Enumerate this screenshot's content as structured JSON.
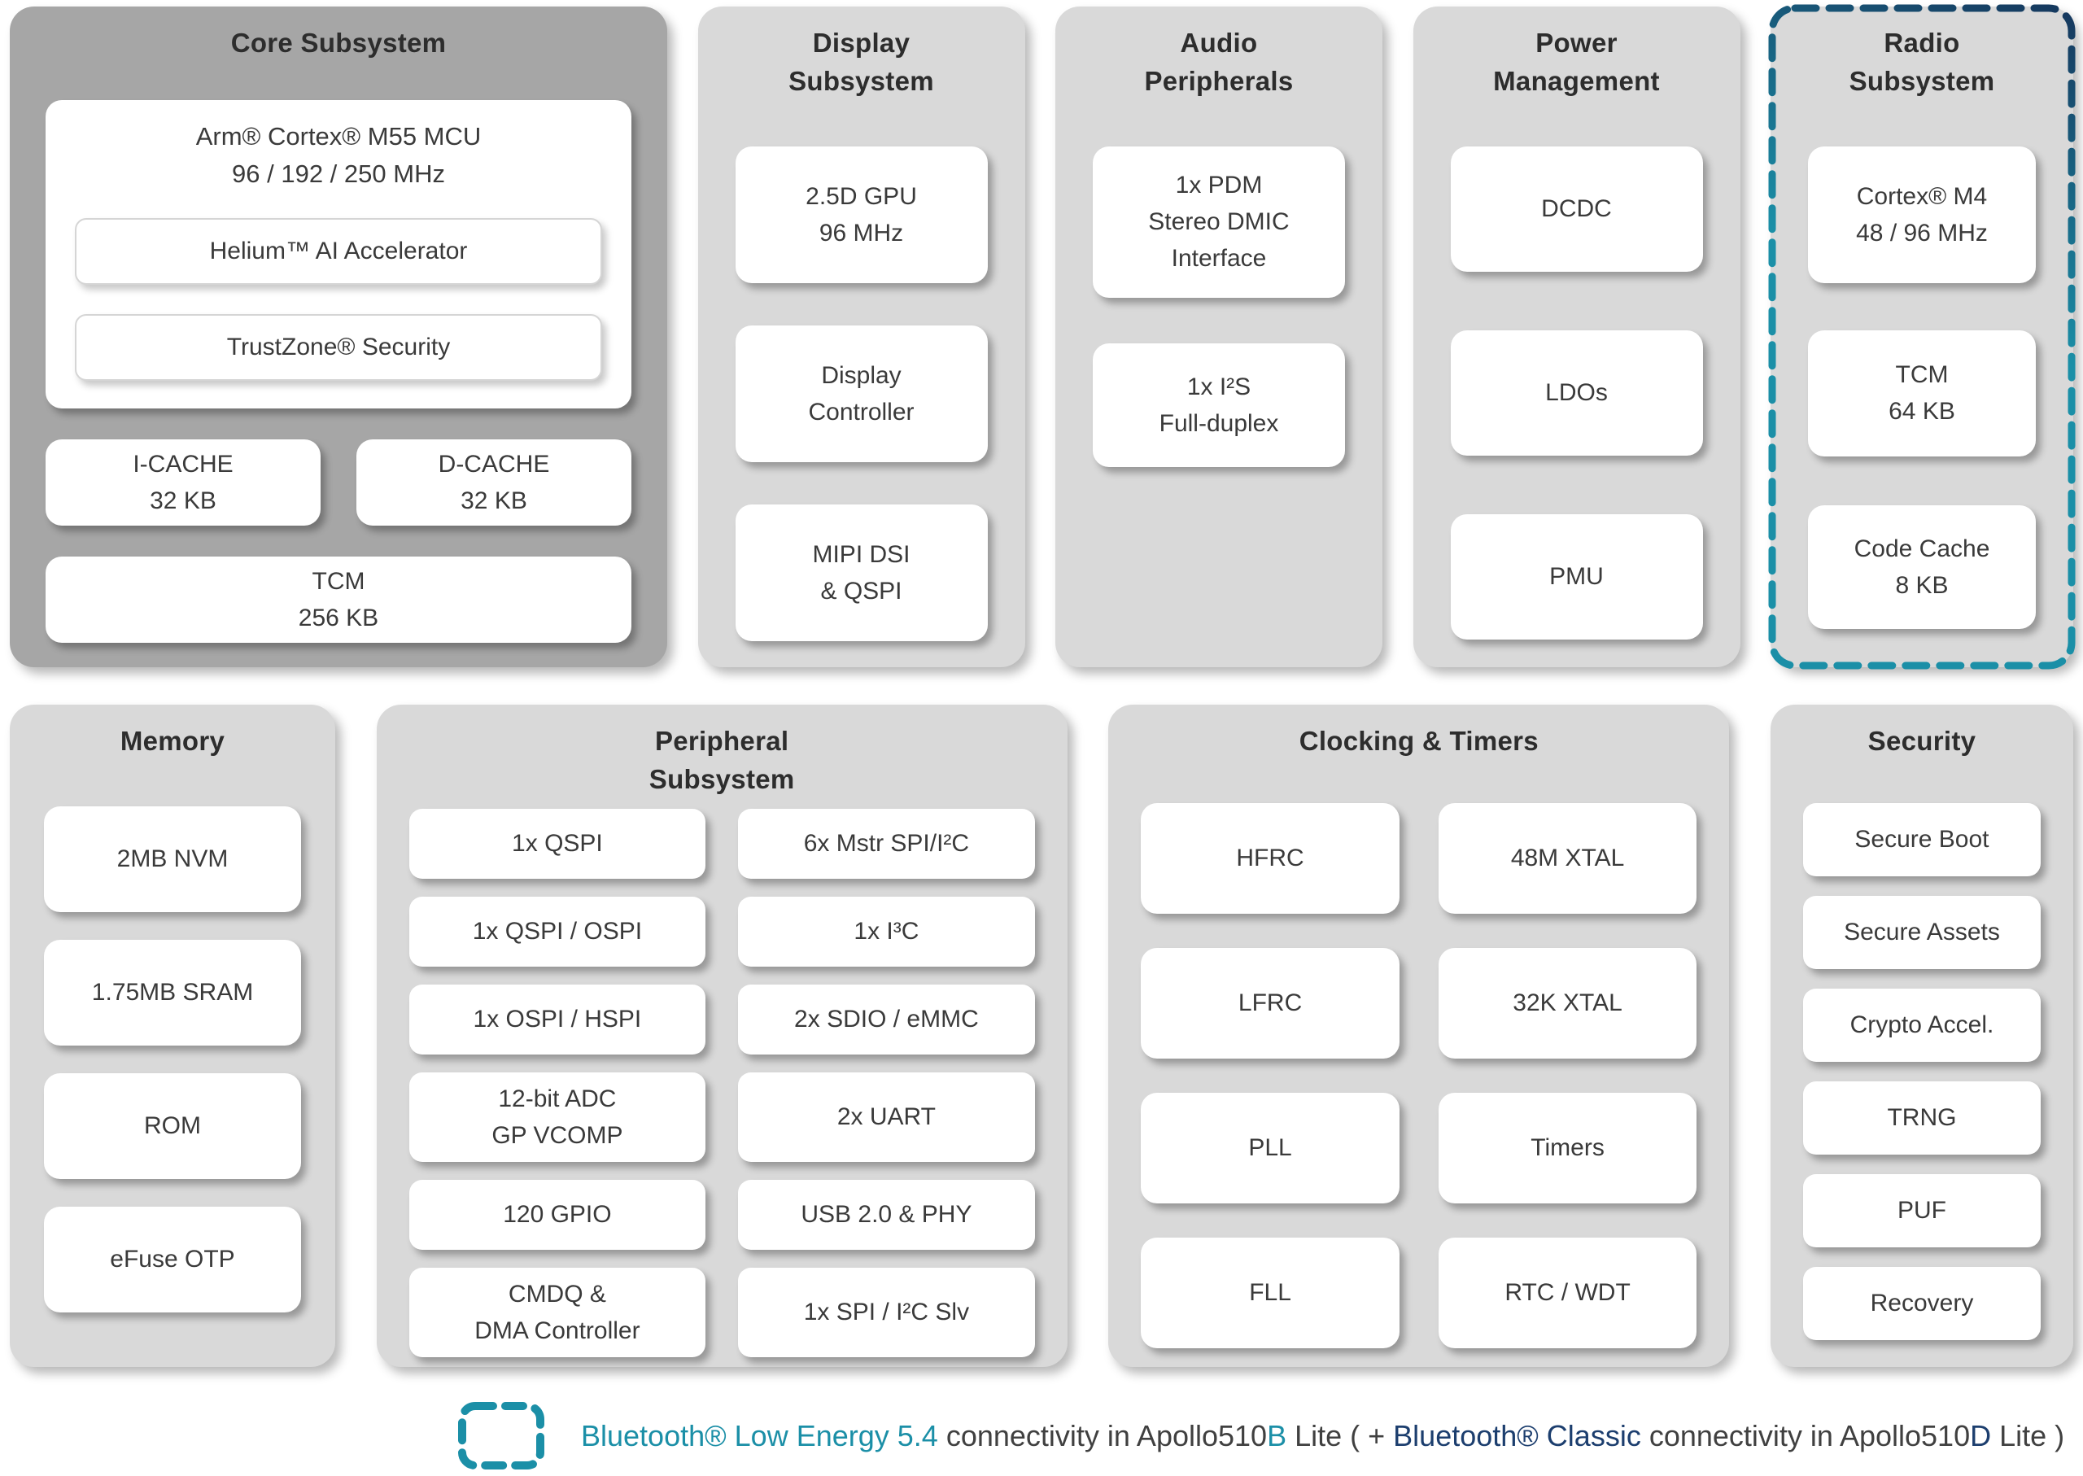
{
  "colors": {
    "teal": "#1B8FA7",
    "navy": "#1C3E6E",
    "dark_navy": "#16365C",
    "panel_light_gray": "#D9D9D9",
    "panel_dark_gray": "#A6A6A6",
    "box_white": "#FFFFFF",
    "text_dark": "#3A3A3A"
  },
  "panels": {
    "core": {
      "title": "Core Subsystem",
      "mcu": {
        "lines": [
          "Arm® Cortex® M55 MCU",
          "96 / 192 / 250 MHz"
        ]
      },
      "helium": "Helium™ AI Accelerator",
      "trustzone": "TrustZone® Security",
      "icache": {
        "lines": [
          "I-CACHE",
          "32 KB"
        ]
      },
      "dcache": {
        "lines": [
          "D-CACHE",
          "32 KB"
        ]
      },
      "tcm": {
        "lines": [
          "TCM",
          "256 KB"
        ]
      }
    },
    "display": {
      "title_lines": [
        "Display",
        "Subsystem"
      ],
      "boxes": [
        {
          "lines": [
            "2.5D GPU",
            "96 MHz"
          ]
        },
        {
          "lines": [
            "Display",
            "Controller"
          ]
        },
        {
          "lines": [
            "MIPI DSI",
            "& QSPI"
          ]
        }
      ]
    },
    "audio": {
      "title_lines": [
        "Audio",
        "Peripherals"
      ],
      "boxes": [
        {
          "lines": [
            "1x PDM",
            "Stereo DMIC",
            "Interface"
          ]
        },
        {
          "lines": [
            "1x I²S",
            "Full-duplex"
          ]
        }
      ]
    },
    "power": {
      "title_lines": [
        "Power",
        "Management"
      ],
      "boxes": [
        {
          "lines": [
            "DCDC"
          ]
        },
        {
          "lines": [
            "LDOs"
          ]
        },
        {
          "lines": [
            "PMU"
          ]
        }
      ]
    },
    "radio": {
      "title_lines": [
        "Radio",
        "Subsystem"
      ],
      "boxes": [
        {
          "lines": [
            "Cortex® M4",
            "48 / 96 MHz"
          ]
        },
        {
          "lines": [
            "TCM",
            "64 KB"
          ]
        },
        {
          "lines": [
            "Code Cache",
            "8 KB"
          ]
        }
      ]
    },
    "memory": {
      "title": "Memory",
      "boxes": [
        {
          "lines": [
            "2MB NVM"
          ]
        },
        {
          "lines": [
            "1.75MB SRAM"
          ]
        },
        {
          "lines": [
            "ROM"
          ]
        },
        {
          "lines": [
            "eFuse OTP"
          ]
        }
      ]
    },
    "peripheral": {
      "title_lines": [
        "Peripheral",
        "Subsystem"
      ],
      "grid": [
        {
          "lines": [
            "1x QSPI"
          ]
        },
        {
          "lines": [
            "6x Mstr SPI/I²C"
          ]
        },
        {
          "lines": [
            "1x QSPI / OSPI"
          ]
        },
        {
          "lines": [
            "1x I³C"
          ]
        },
        {
          "lines": [
            "1x OSPI / HSPI"
          ]
        },
        {
          "lines": [
            "2x SDIO / eMMC"
          ]
        },
        {
          "lines": [
            "12-bit ADC",
            "GP VCOMP"
          ]
        },
        {
          "lines": [
            "2x UART"
          ]
        },
        {
          "lines": [
            "120 GPIO"
          ]
        },
        {
          "lines": [
            "USB 2.0 & PHY"
          ]
        },
        {
          "lines": [
            "CMDQ &",
            "DMA Controller"
          ]
        },
        {
          "lines": [
            "1x SPI / I²C Slv"
          ]
        }
      ]
    },
    "clocking": {
      "title": "Clocking & Timers",
      "grid": [
        {
          "lines": [
            "HFRC"
          ]
        },
        {
          "lines": [
            "48M XTAL"
          ]
        },
        {
          "lines": [
            "LFRC"
          ]
        },
        {
          "lines": [
            "32K XTAL"
          ]
        },
        {
          "lines": [
            "PLL"
          ]
        },
        {
          "lines": [
            "Timers"
          ]
        },
        {
          "lines": [
            "FLL"
          ]
        },
        {
          "lines": [
            "RTC / WDT"
          ]
        }
      ]
    },
    "security": {
      "title": "Security",
      "boxes": [
        {
          "lines": [
            "Secure Boot"
          ]
        },
        {
          "lines": [
            "Secure Assets"
          ]
        },
        {
          "lines": [
            "Crypto Accel."
          ]
        },
        {
          "lines": [
            "TRNG"
          ]
        },
        {
          "lines": [
            "PUF"
          ]
        },
        {
          "lines": [
            "Recovery"
          ]
        }
      ]
    }
  },
  "legend": {
    "icon": "dashed-box-icon",
    "segments": [
      {
        "text": "Bluetooth® Low Energy 5.4 ",
        "tone": "teal"
      },
      {
        "text": "connectivity in Apollo510",
        "tone": "gray"
      },
      {
        "text": "B",
        "tone": "teal"
      },
      {
        "text": " Lite ( + ",
        "tone": "gray"
      },
      {
        "text": "Bluetooth® Classic",
        "tone": "navy"
      },
      {
        "text": " connectivity in Apollo510",
        "tone": "gray"
      },
      {
        "text": "D",
        "tone": "navy"
      },
      {
        "text": " Lite )",
        "tone": "gray"
      }
    ]
  }
}
